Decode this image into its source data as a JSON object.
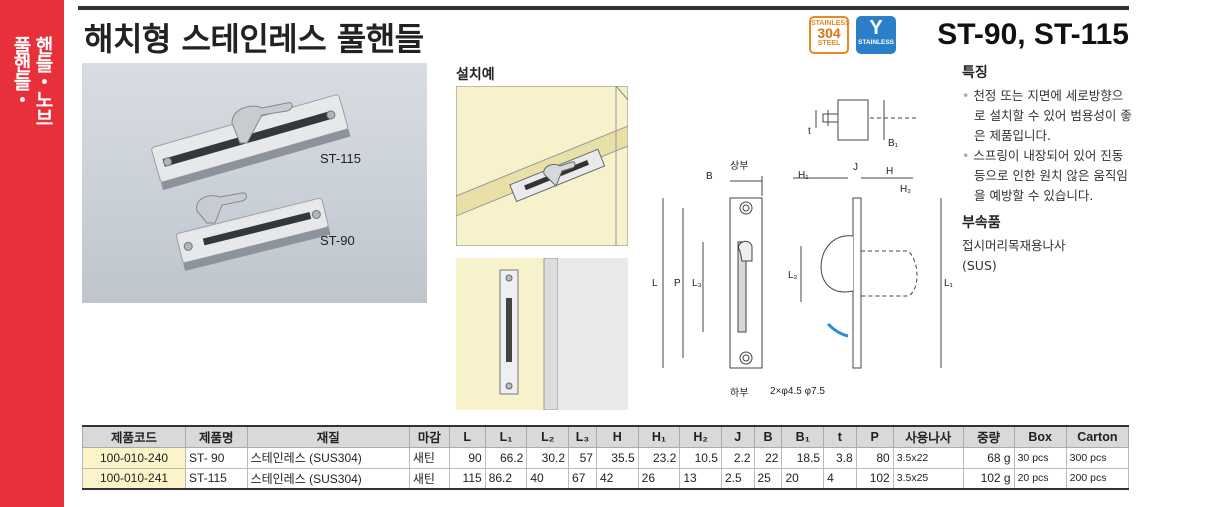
{
  "side_tab": {
    "line1": "풀핸들・",
    "line2": "핸들・노브"
  },
  "header": {
    "title": "해치형 스테인레스 풀핸들",
    "model": "ST-90, ST-115"
  },
  "badges": {
    "b304": {
      "top": "STAINLESS",
      "mid": "304",
      "bottom": "STEEL"
    },
    "stainless": {
      "glyph": "Y",
      "label": "STAINLESS"
    }
  },
  "photo": {
    "label_top": "ST-115",
    "label_bottom": "ST-90"
  },
  "install": {
    "title": "설치예"
  },
  "diagram": {
    "label_top": "상부",
    "label_bottom": "하부",
    "hole_spec": "2×φ4.5 φ7.5",
    "dims": {
      "B": "B",
      "t": "t",
      "B1": "B₁",
      "H1": "H₁",
      "J": "J",
      "H": "H",
      "H2": "H₂",
      "L": "L",
      "P": "P",
      "L3": "L₃",
      "L2": "L₂",
      "L1": "L₁"
    }
  },
  "features": {
    "title": "특징",
    "items": [
      "천정 또는 지면에 세로방향으로 설치할 수 있어 범용성이 좋은 제품입니다.",
      "스프링이 내장되어 있어 진동 등으로 인한 원치 않은 움직임을 예방할 수 있습니다."
    ],
    "acc_title": "부속품",
    "acc_lines": [
      "접시머리목재용나사",
      "(SUS)"
    ]
  },
  "table": {
    "headers": [
      "제품코드",
      "제품명",
      "재질",
      "마감",
      "L",
      "L₁",
      "L₂",
      "L₃",
      "H",
      "H₁",
      "H₂",
      "J",
      "B",
      "B₁",
      "t",
      "P",
      "사용나사",
      "중량",
      "Box",
      "Carton"
    ],
    "rows": [
      [
        "100-010-240",
        "ST-  90",
        "스테인레스 (SUS304)",
        "새틴",
        "90",
        "66.2",
        "30.2",
        "57",
        "35.5",
        "23.2",
        "10.5",
        "2.2",
        "22",
        "18.5",
        "3.8",
        "80",
        "3.5x22",
        "68 g",
        "30 pcs",
        "300 pcs"
      ],
      [
        "100-010-241",
        "ST-115",
        "스테인레스 (SUS304)",
        "새틴",
        "115",
        "86.2",
        "40",
        "67",
        "42",
        "26",
        "13",
        "2.5",
        "25",
        "20",
        "4",
        "102",
        "3.5x25",
        "102 g",
        "20 pcs",
        "200 pcs"
      ]
    ]
  }
}
